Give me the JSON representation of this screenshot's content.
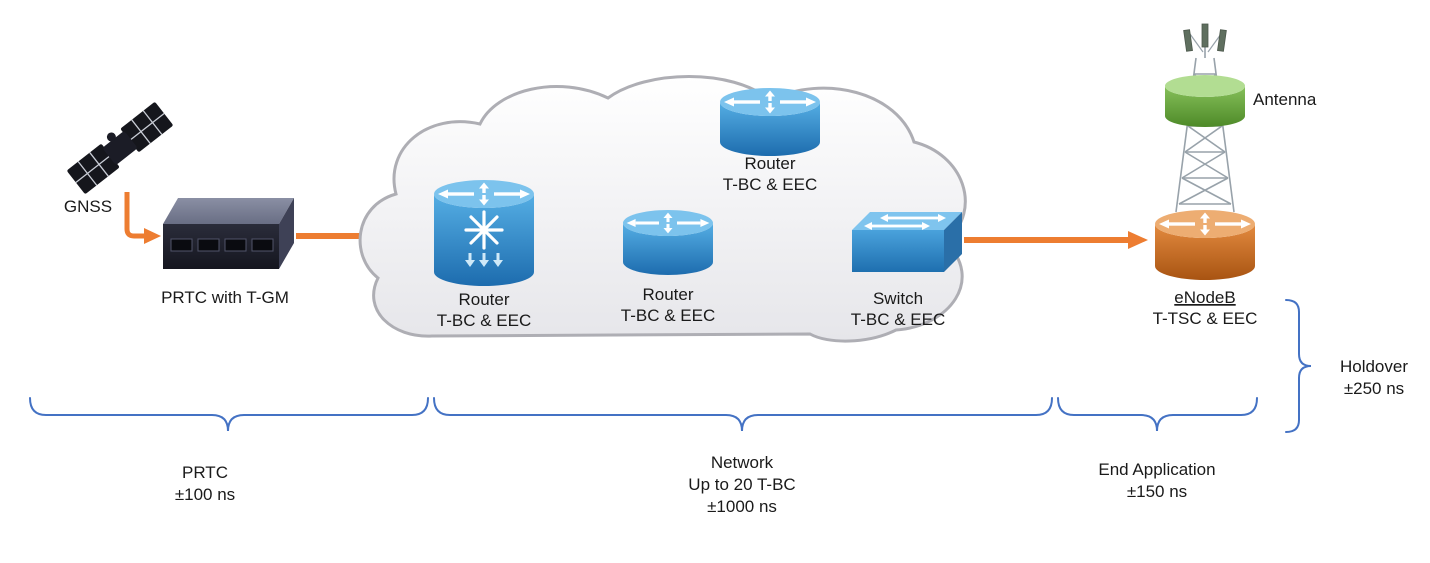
{
  "nodes": {
    "gnss": {
      "label": "GNSS"
    },
    "prtc": {
      "label": "PRTC with T-GM"
    },
    "router_left": {
      "line1": "Router",
      "line2": "T-BC & EEC"
    },
    "router_middle": {
      "line1": "Router",
      "line2": "T-BC & EEC"
    },
    "router_top": {
      "line1": "Router",
      "line2": "T-BC & EEC"
    },
    "switch": {
      "line1": "Switch",
      "line2": "T-BC & EEC"
    },
    "enodeb": {
      "line1": "eNodeB",
      "line2": "T-TSC & EEC"
    },
    "antenna": {
      "label": "Antenna"
    }
  },
  "budgets": {
    "prtc": {
      "line1": "PRTC",
      "line2": "±100 ns"
    },
    "network": {
      "line1": "Network",
      "line2": "Up to 20 T-BC",
      "line3": "±1000 ns"
    },
    "end_application": {
      "line1": "End Application",
      "line2": "±150 ns"
    },
    "holdover": {
      "line1": "Holdover",
      "line2": "±250 ns"
    }
  },
  "colors": {
    "arrow_orange": "#ED7D31",
    "brace_blue": "#4472C4",
    "device_blue": "#3D9BD9",
    "device_blue_dark": "#1D6CAE",
    "enodeb_orange": "#D9772F",
    "antenna_green": "#70AD47",
    "cloud_stroke": "#AEAEB4",
    "text": "#1A1A1A"
  }
}
